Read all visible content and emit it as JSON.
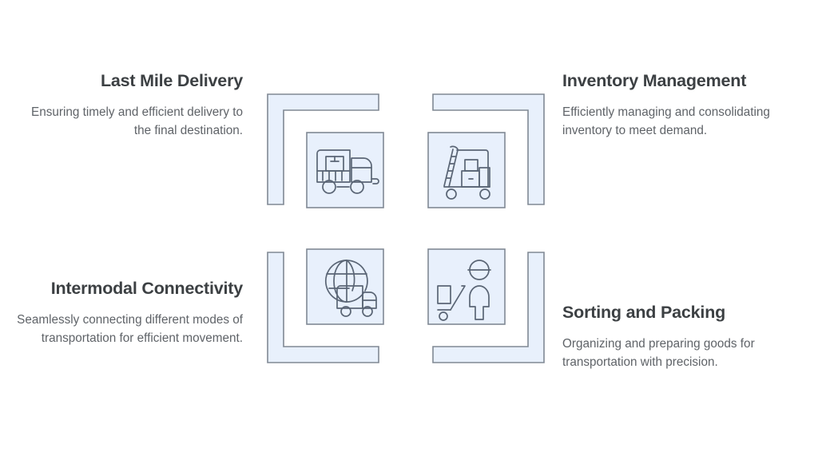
{
  "background_color": "#ffffff",
  "theme": {
    "tile_fill": "#e8f0fc",
    "tile_border": "#808994",
    "icon_stroke": "#5a6575",
    "heading_color": "#3c4043",
    "body_color": "#5f6368"
  },
  "blocks": [
    {
      "id": "last-mile-delivery",
      "heading": "Last Mile Delivery",
      "body": "Ensuring timely and efficient delivery to the final destination.",
      "align": "right",
      "icon": "delivery-truck-icon",
      "bracket_corner": "top-left"
    },
    {
      "id": "inventory-management",
      "heading": "Inventory Management",
      "body": "Efficiently managing and consolidating inventory to meet demand.",
      "align": "left",
      "icon": "hand-truck-boxes-icon",
      "bracket_corner": "top-right"
    },
    {
      "id": "intermodal-connectivity",
      "heading": "Intermodal Connectivity",
      "body": "Seamlessly connecting different modes of transportation for efficient movement.",
      "align": "right",
      "icon": "globe-truck-icon",
      "bracket_corner": "bottom-left"
    },
    {
      "id": "sorting-and-packing",
      "heading": "Sorting and Packing",
      "body": "Organizing and preparing goods for transportation with precision.",
      "align": "left",
      "icon": "worker-cart-icon",
      "bracket_corner": "bottom-right"
    }
  ]
}
